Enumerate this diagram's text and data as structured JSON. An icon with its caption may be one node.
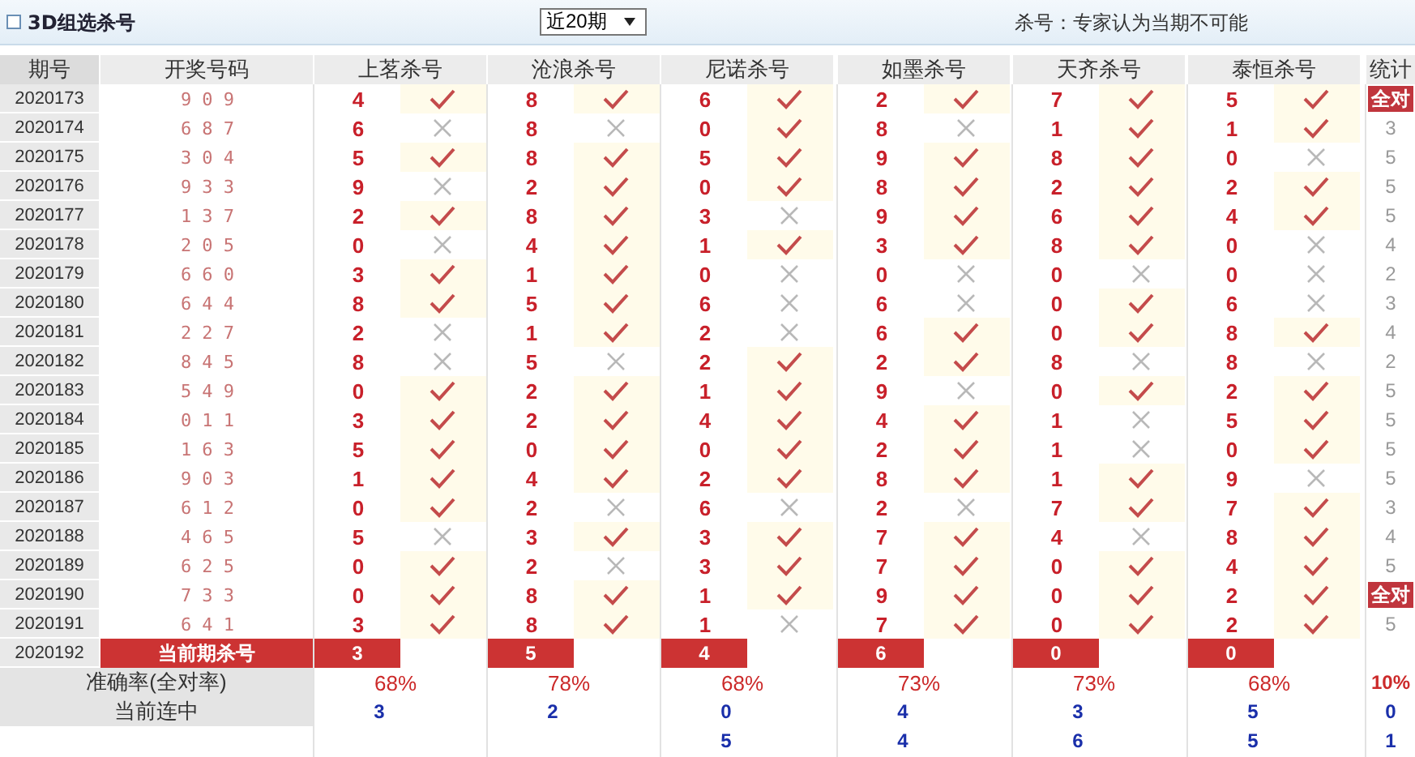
{
  "diagram": {
    "title": "3D组选杀号",
    "labels": [
      "近20期",
      "杀号：专家认为当期不可能",
      "期号",
      "开奖号码",
      "上茗杀号",
      "沧浪杀号",
      "尼诺杀号",
      "如墨杀号",
      "天齐杀号",
      "泰恒杀号",
      "统计",
      "2020173",
      "9 0 9",
      "4",
      "8",
      "6",
      "2",
      "7",
      "5",
      "全对",
      "2020174",
      "6 8 7",
      "6",
      "8",
      "0",
      "8",
      "1",
      "1",
      "3",
      "2020175",
      "3 0 4",
      "5",
      "8",
      "5",
      "9",
      "8",
      "0",
      "5",
      "2020176",
      "9 3 3",
      "9",
      "2",
      "0",
      "8",
      "2",
      "2",
      "5",
      "2020177",
      "1 3 7",
      "2",
      "8",
      "3",
      "9",
      "6",
      "4",
      "5",
      "2020178",
      "2 0 5",
      "0",
      "4",
      "1",
      "3",
      "8",
      "0",
      "4",
      "2020179",
      "6 6 0",
      "3",
      "1",
      "0",
      "0",
      "0",
      "0",
      "2",
      "2020180",
      "6 4 4",
      "8",
      "5",
      "6",
      "6",
      "0",
      "6",
      "3",
      "2020181",
      "2 2 7",
      "2",
      "1",
      "2",
      "6",
      "0",
      "8",
      "4",
      "2020182",
      "8 4 5",
      "8",
      "5",
      "2",
      "2",
      "8",
      "8",
      "2",
      "2020183",
      "5 4 9",
      "0",
      "2",
      "1",
      "9",
      "0",
      "2",
      "5",
      "2020184",
      "0 1 1",
      "3",
      "2",
      "4",
      "4",
      "1",
      "5",
      "5",
      "2020185",
      "1 6 3",
      "5",
      "0",
      "0",
      "2",
      "1",
      "0",
      "5",
      "2020186",
      "9 0 3",
      "1",
      "4",
      "2",
      "8",
      "1",
      "9",
      "5",
      "2020187",
      "6 1 2",
      "0",
      "2",
      "6",
      "2",
      "7",
      "7",
      "3",
      "2020188",
      "4 6 5",
      "5",
      "3",
      "3",
      "7",
      "4",
      "8",
      "4",
      "2020189",
      "6 2 5",
      "0",
      "2",
      "3",
      "7",
      "0",
      "4",
      "5",
      "2020190",
      "7 3 3",
      "0",
      "8",
      "1",
      "9",
      "0",
      "2",
      "全对",
      "2020191",
      "6 4 1",
      "3",
      "8",
      "1",
      "7",
      "0",
      "2",
      "5",
      "2020192",
      "当前期杀号",
      "3",
      "5",
      "4",
      "6",
      "0",
      "0",
      "准确率(全对率)",
      "68%",
      "78%",
      "68%",
      "73%",
      "73%",
      "68%",
      "10%",
      "当前连中",
      "3",
      "2",
      "0",
      "4",
      "3",
      "5",
      "0",
      "5",
      "4",
      "6",
      "5",
      "1"
    ]
  }
}
